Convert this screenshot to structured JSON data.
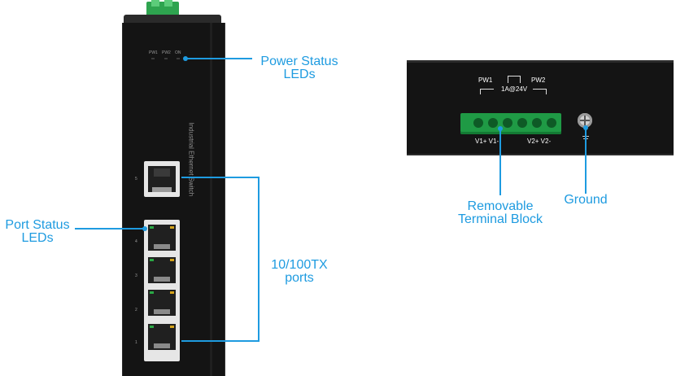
{
  "device_front": {
    "led_labels": [
      "PW1",
      "PW2",
      "ON"
    ],
    "vertical_label": "Industrial Ethernet Switch",
    "port_numbers": [
      "5",
      "4",
      "3",
      "2",
      "1"
    ]
  },
  "device_top": {
    "pw1": "PW1",
    "pw2": "PW2",
    "relay": "1A@24V",
    "terminal_left": "V1+ V1-",
    "terminal_right": "V2+ V2-"
  },
  "callouts": {
    "power_status_leds": [
      "Power Status",
      "LEDs"
    ],
    "port_status_leds": [
      "Port Status",
      "LEDs"
    ],
    "ports": [
      "10/100TX",
      "ports"
    ],
    "terminal_block": [
      "Removable",
      "Terminal Block"
    ],
    "ground": "Ground"
  },
  "colors": {
    "callout": "#1e9be0",
    "chassis": "#141414",
    "terminal": "#1f9a45"
  }
}
